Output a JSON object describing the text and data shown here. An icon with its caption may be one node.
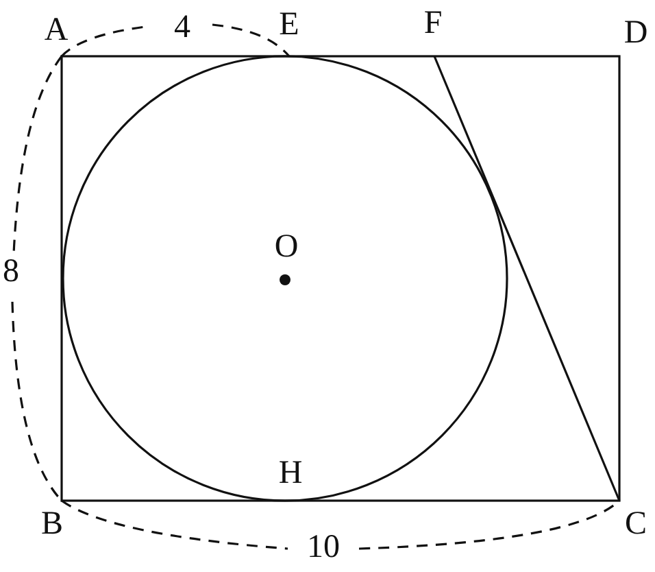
{
  "diagram": {
    "labels": [
      "A",
      "4",
      "E",
      "F",
      "D",
      "O",
      "8",
      "H",
      "B",
      "10",
      "C"
    ]
  }
}
